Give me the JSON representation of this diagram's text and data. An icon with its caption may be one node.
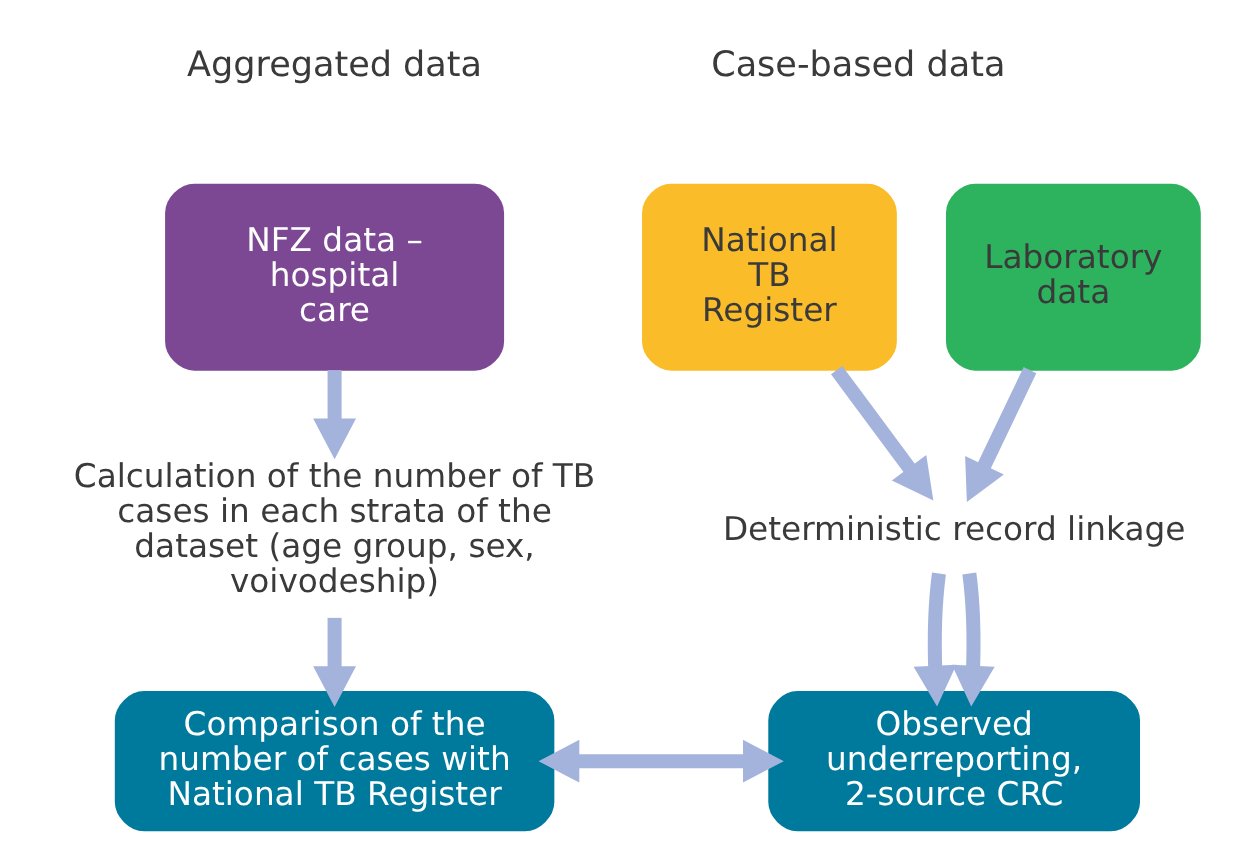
{
  "diagram": {
    "nodes": [
      {
        "text": [
          "National TB Register"
        ]
      },
      {
        "text": [
          "Laboratory data"
        ]
      },
      {
        "text": [
          "NFZ data – hospital care"
        ]
      },
      {
        "text": [
          "Deterministic record linkage"
        ]
      },
      {
        "text": [
          "Calculation of the number of TB cases in each strata of the dataset (age group, sex, voivodeship)"
        ]
      },
      {
        "text": [
          "Observed underreporting, 2-source CRC"
        ]
      },
      {
        "text": [
          "Comparison of the number of cases with National TB Register"
        ]
      }
    ],
    "edges": [
      {
        "from": 0,
        "to": 3,
        "arrow": "to"
      },
      {
        "from": 1,
        "to": 3,
        "arrow": "to"
      },
      {
        "from": 2,
        "to": 4,
        "arrow": "to"
      },
      {
        "from": 3,
        "to": 5,
        "arrow": "to"
      },
      {
        "from": 3,
        "to": 5,
        "arrow": "to"
      },
      {
        "from": 4,
        "to": 6,
        "arrow": "to"
      },
      {
        "from": 5,
        "to": 6,
        "arrow": "both"
      }
    ],
    "labels": [
      "Case-based data",
      "Aggregated data"
    ]
  }
}
